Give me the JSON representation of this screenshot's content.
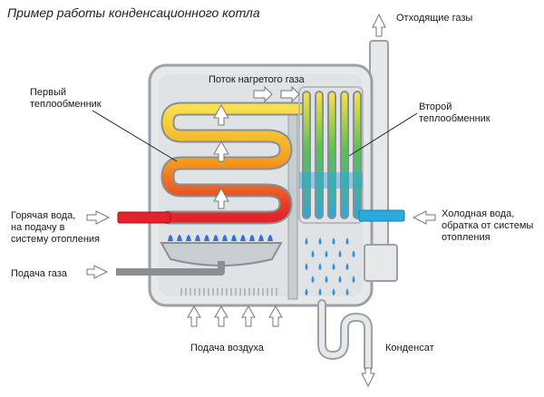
{
  "title": "Пример работы конденсационного котла",
  "labels": {
    "exhaust": "Отходящие газы",
    "hot_gas_flow": "Поток нагретого газа",
    "first_exchanger": [
      "Первый",
      "теплообменник"
    ],
    "second_exchanger": [
      "Второй",
      "теплообменник"
    ],
    "hot_water": [
      "Горячая вода,",
      "на подачу в",
      "систему отопления"
    ],
    "cold_water": [
      "Холодная вода,",
      "обратка от системы",
      "отопления"
    ],
    "gas_supply": "Подача газа",
    "air_supply": "Подача воздуха",
    "condensate": "Конденсат"
  },
  "colors": {
    "hot": "#e2232b",
    "warm": "#f4a21f",
    "yellow": "#f7e04b",
    "cool": "#2aa9dc",
    "green": "#5cc34d",
    "box_fill": "#e6e8ea",
    "box_stroke": "#9ba1a6",
    "flame": "#2f6fe0",
    "drops": "#3b8fd8"
  }
}
